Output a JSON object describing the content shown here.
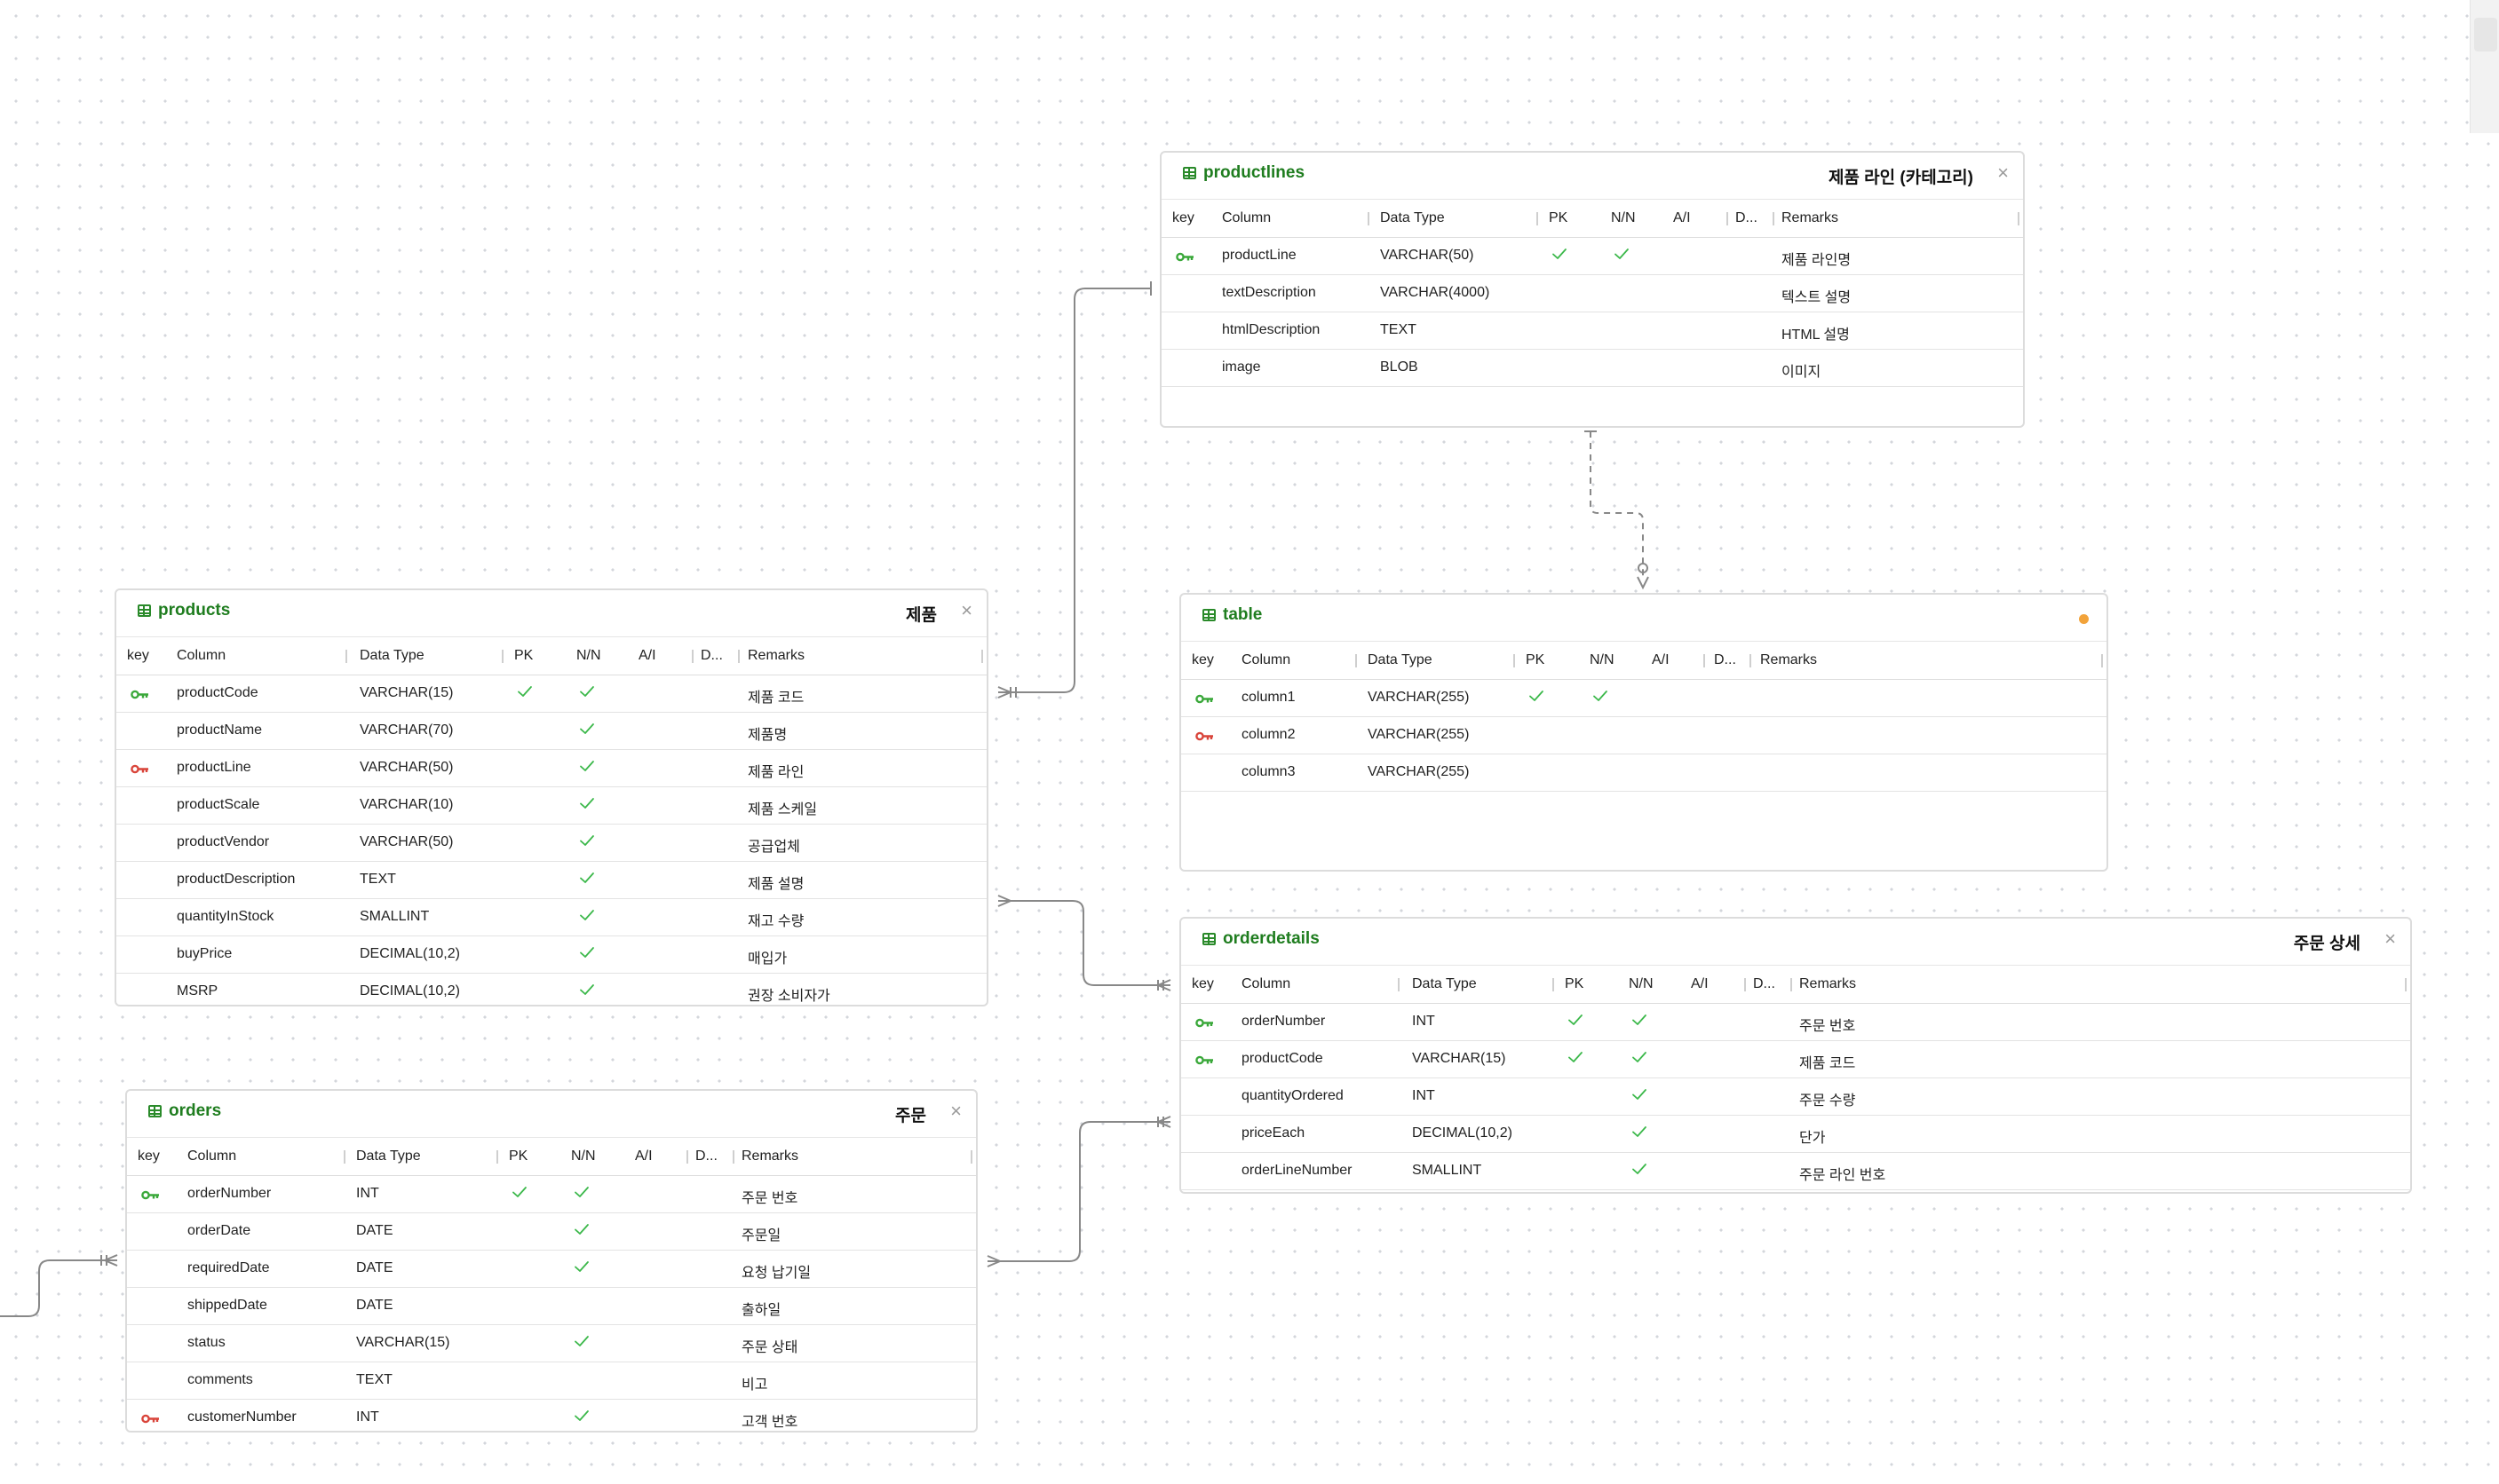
{
  "headers": [
    "key",
    "Column",
    "Data Type",
    "PK",
    "N/N",
    "A/I",
    "D...",
    "Remarks"
  ],
  "colors": {
    "title_green": "#1f7d1f",
    "pk_key": "#3aa83a",
    "fk_key": "#d9443a",
    "check": "#3bb84a",
    "unsaved_dot": "#f2a33a",
    "link_line": "#888888"
  },
  "entities": {
    "productlines": {
      "name": "productlines",
      "comment": "제품 라인 (카테고리)",
      "rows": [
        {
          "key": "pk",
          "column": "productLine",
          "type": "VARCHAR(50)",
          "pk": true,
          "nn": true,
          "ai": false,
          "remark": "제품 라인명"
        },
        {
          "key": "",
          "column": "textDescription",
          "type": "VARCHAR(4000)",
          "pk": false,
          "nn": false,
          "ai": false,
          "remark": "텍스트 설명"
        },
        {
          "key": "",
          "column": "htmlDescription",
          "type": "TEXT",
          "pk": false,
          "nn": false,
          "ai": false,
          "remark": "HTML 설명"
        },
        {
          "key": "",
          "column": "image",
          "type": "BLOB",
          "pk": false,
          "nn": false,
          "ai": false,
          "remark": "이미지"
        }
      ]
    },
    "products": {
      "name": "products",
      "comment": "제품",
      "rows": [
        {
          "key": "pk",
          "column": "productCode",
          "type": "VARCHAR(15)",
          "pk": true,
          "nn": true,
          "ai": false,
          "remark": "제품 코드"
        },
        {
          "key": "",
          "column": "productName",
          "type": "VARCHAR(70)",
          "pk": false,
          "nn": true,
          "ai": false,
          "remark": "제품명"
        },
        {
          "key": "fk",
          "column": "productLine",
          "type": "VARCHAR(50)",
          "pk": false,
          "nn": true,
          "ai": false,
          "remark": "제품 라인"
        },
        {
          "key": "",
          "column": "productScale",
          "type": "VARCHAR(10)",
          "pk": false,
          "nn": true,
          "ai": false,
          "remark": "제품 스케일"
        },
        {
          "key": "",
          "column": "productVendor",
          "type": "VARCHAR(50)",
          "pk": false,
          "nn": true,
          "ai": false,
          "remark": "공급업체"
        },
        {
          "key": "",
          "column": "productDescription",
          "type": "TEXT",
          "pk": false,
          "nn": true,
          "ai": false,
          "remark": "제품 설명"
        },
        {
          "key": "",
          "column": "quantityInStock",
          "type": "SMALLINT",
          "pk": false,
          "nn": true,
          "ai": false,
          "remark": "재고 수량"
        },
        {
          "key": "",
          "column": "buyPrice",
          "type": "DECIMAL(10,2)",
          "pk": false,
          "nn": true,
          "ai": false,
          "remark": "매입가"
        },
        {
          "key": "",
          "column": "MSRP",
          "type": "DECIMAL(10,2)",
          "pk": false,
          "nn": true,
          "ai": false,
          "remark": "권장 소비자가"
        }
      ]
    },
    "table": {
      "name": "table",
      "comment": "",
      "rows": [
        {
          "key": "pk",
          "column": "column1",
          "type": "VARCHAR(255)",
          "pk": true,
          "nn": true,
          "ai": false,
          "remark": ""
        },
        {
          "key": "fk",
          "column": "column2",
          "type": "VARCHAR(255)",
          "pk": false,
          "nn": false,
          "ai": false,
          "remark": ""
        },
        {
          "key": "",
          "column": "column3",
          "type": "VARCHAR(255)",
          "pk": false,
          "nn": false,
          "ai": false,
          "remark": ""
        }
      ]
    },
    "orderdetails": {
      "name": "orderdetails",
      "comment": "주문 상세",
      "rows": [
        {
          "key": "pk",
          "column": "orderNumber",
          "type": "INT",
          "pk": true,
          "nn": true,
          "ai": false,
          "remark": "주문 번호"
        },
        {
          "key": "pk",
          "column": "productCode",
          "type": "VARCHAR(15)",
          "pk": true,
          "nn": true,
          "ai": false,
          "remark": "제품 코드"
        },
        {
          "key": "",
          "column": "quantityOrdered",
          "type": "INT",
          "pk": false,
          "nn": true,
          "ai": false,
          "remark": "주문 수량"
        },
        {
          "key": "",
          "column": "priceEach",
          "type": "DECIMAL(10,2)",
          "pk": false,
          "nn": true,
          "ai": false,
          "remark": "단가"
        },
        {
          "key": "",
          "column": "orderLineNumber",
          "type": "SMALLINT",
          "pk": false,
          "nn": true,
          "ai": false,
          "remark": "주문 라인 번호"
        }
      ]
    },
    "orders": {
      "name": "orders",
      "comment": "주문",
      "rows": [
        {
          "key": "pk",
          "column": "orderNumber",
          "type": "INT",
          "pk": true,
          "nn": true,
          "ai": false,
          "remark": "주문 번호"
        },
        {
          "key": "",
          "column": "orderDate",
          "type": "DATE",
          "pk": false,
          "nn": true,
          "ai": false,
          "remark": "주문일"
        },
        {
          "key": "",
          "column": "requiredDate",
          "type": "DATE",
          "pk": false,
          "nn": true,
          "ai": false,
          "remark": "요청 납기일"
        },
        {
          "key": "",
          "column": "shippedDate",
          "type": "DATE",
          "pk": false,
          "nn": false,
          "ai": false,
          "remark": "출하일"
        },
        {
          "key": "",
          "column": "status",
          "type": "VARCHAR(15)",
          "pk": false,
          "nn": true,
          "ai": false,
          "remark": "주문 상태"
        },
        {
          "key": "",
          "column": "comments",
          "type": "TEXT",
          "pk": false,
          "nn": false,
          "ai": false,
          "remark": "비고"
        },
        {
          "key": "fk",
          "column": "customerNumber",
          "type": "INT",
          "pk": false,
          "nn": true,
          "ai": false,
          "remark": "고객 번호"
        }
      ]
    }
  }
}
